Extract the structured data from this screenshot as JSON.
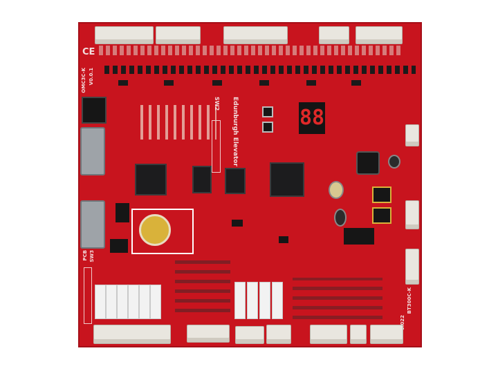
{
  "board": {
    "brand_text": "Edunburgh Elevator",
    "model_left": "OMC3C-K",
    "version_left": "V0.0.1",
    "switch_label_top": "SW2",
    "pcb_label": "PCB",
    "switch_label_left": "SW3",
    "model_right": "BT300C-K",
    "code_right": "0.022",
    "cert_mark": "CE",
    "display_digits": "88",
    "colors": {
      "board": "#c8141e",
      "connector": "#e9e6df",
      "chip": "#1c1c1e",
      "highlight_box": "#ffffff",
      "battery": "#d9b23a"
    }
  }
}
